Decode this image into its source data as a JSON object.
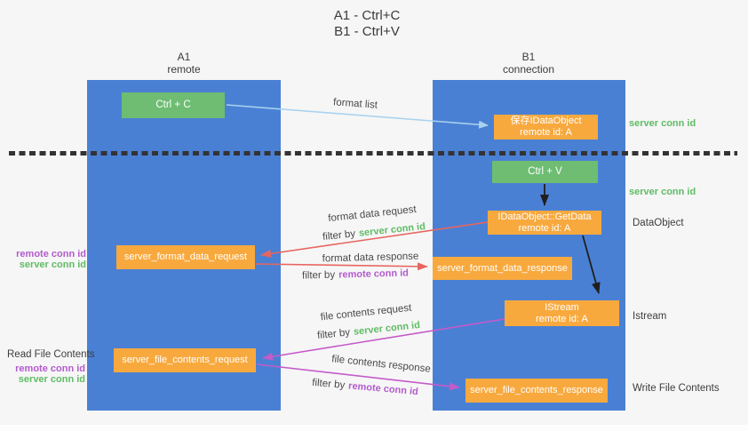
{
  "title": {
    "line1": "A1 - Ctrl+C",
    "line2": "B1 - Ctrl+V"
  },
  "columns": {
    "a1": {
      "name": "A1",
      "subtitle": "remote"
    },
    "b1": {
      "name": "B1",
      "subtitle": "connection"
    }
  },
  "nodes": {
    "ctrl_c": {
      "label": "Ctrl + C"
    },
    "ctrl_v": {
      "label": "Ctrl + V"
    },
    "save_idataobject": {
      "line1": "保存IDataObject",
      "line2": "remote id: A"
    },
    "getdata": {
      "line1": "IDataObject::GetData",
      "line2": "remote id: A"
    },
    "istream": {
      "line1": "IStream",
      "line2": "remote id: A"
    },
    "server_format_data_request": {
      "label": "server_format_data_request"
    },
    "server_format_data_response": {
      "label": "server_format_data_response"
    },
    "server_file_contents_request": {
      "label": "server_file_contents_request"
    },
    "server_file_contents_response": {
      "label": "server_file_contents_response"
    }
  },
  "side_labels": {
    "server_conn_id_top_right": "server conn id",
    "server_conn_id_mid_right": "server conn id",
    "dataobject": "DataObject",
    "istream": "Istream",
    "write_file_contents": "Write File Contents",
    "read_file_contents": "Read File Contents",
    "remote_conn_id_left_1": "remote conn id",
    "server_conn_id_left_1": "server conn id",
    "remote_conn_id_left_2": "remote conn id",
    "server_conn_id_left_2": "server conn id"
  },
  "arrow_labels": {
    "format_list": "format list",
    "format_data_request": "format data request",
    "format_data_response": "format data response",
    "file_contents_request": "file contents request",
    "file_contents_response": "file contents response",
    "filter_by": "filter by",
    "server_conn_id": "server conn id",
    "remote_conn_id": "remote conn id"
  },
  "colors": {
    "lifeline_blue": "#4a80d4",
    "action_green": "#6ebd72",
    "message_orange": "#f8a93e",
    "request_red": "#e7655f",
    "file_magenta": "#c45bc9",
    "conn_green_text": "#5fbc64",
    "conn_purple_text": "#b35bcd",
    "format_list_blue": "#a9d2ef",
    "text_gray": "#3d3d3d"
  }
}
